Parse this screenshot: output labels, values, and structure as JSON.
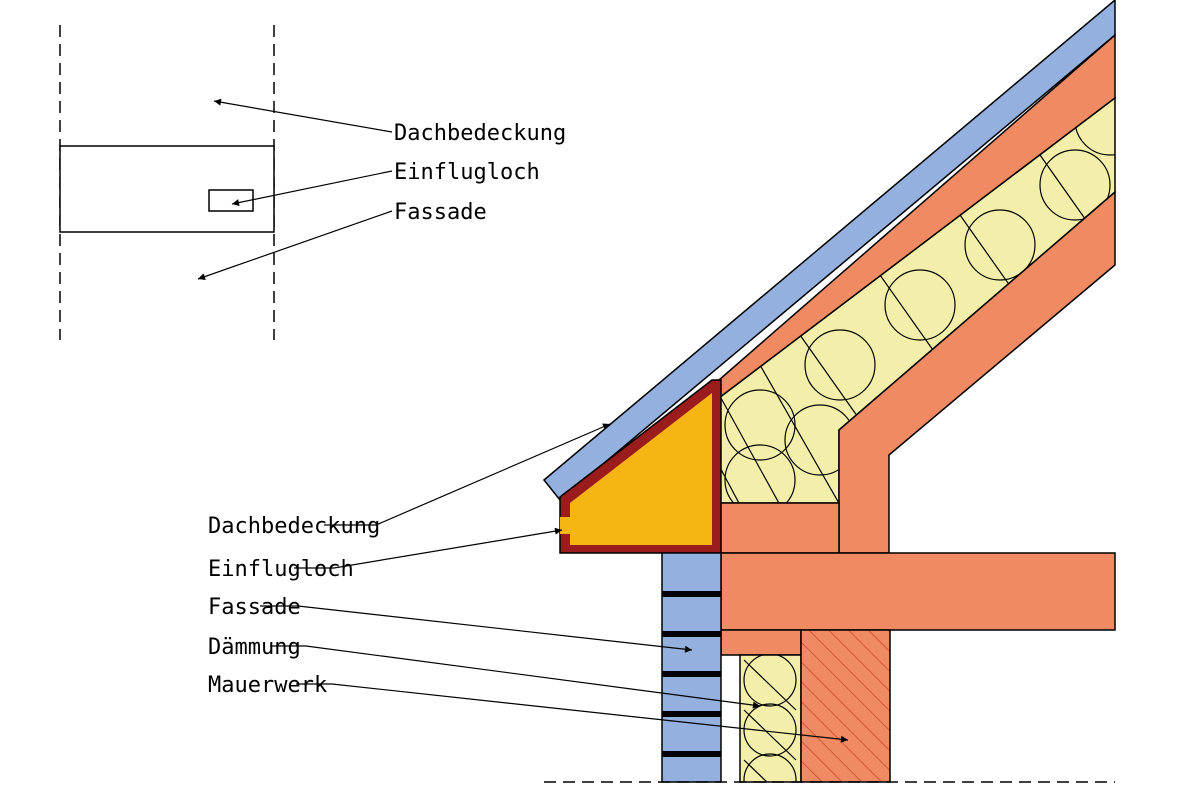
{
  "colors": {
    "roof_covering": "#94b0de",
    "timber": "#f08a62",
    "insulation": "#f3efab",
    "nest_box": "#f7b514",
    "nest_box_frame": "#9b1c1c",
    "facade_brick": "#94b0de",
    "masonry_hatch": "#c94a30"
  },
  "overview": {
    "labels": {
      "roof": "Dachbedeckung",
      "hole": "Einflugloch",
      "facade": "Fassade"
    }
  },
  "section": {
    "labels": {
      "roof": "Dachbedeckung",
      "hole": "Einflugloch",
      "facade": "Fassade",
      "insulation": "Dämmung",
      "masonry": "Mauerwerk"
    }
  }
}
